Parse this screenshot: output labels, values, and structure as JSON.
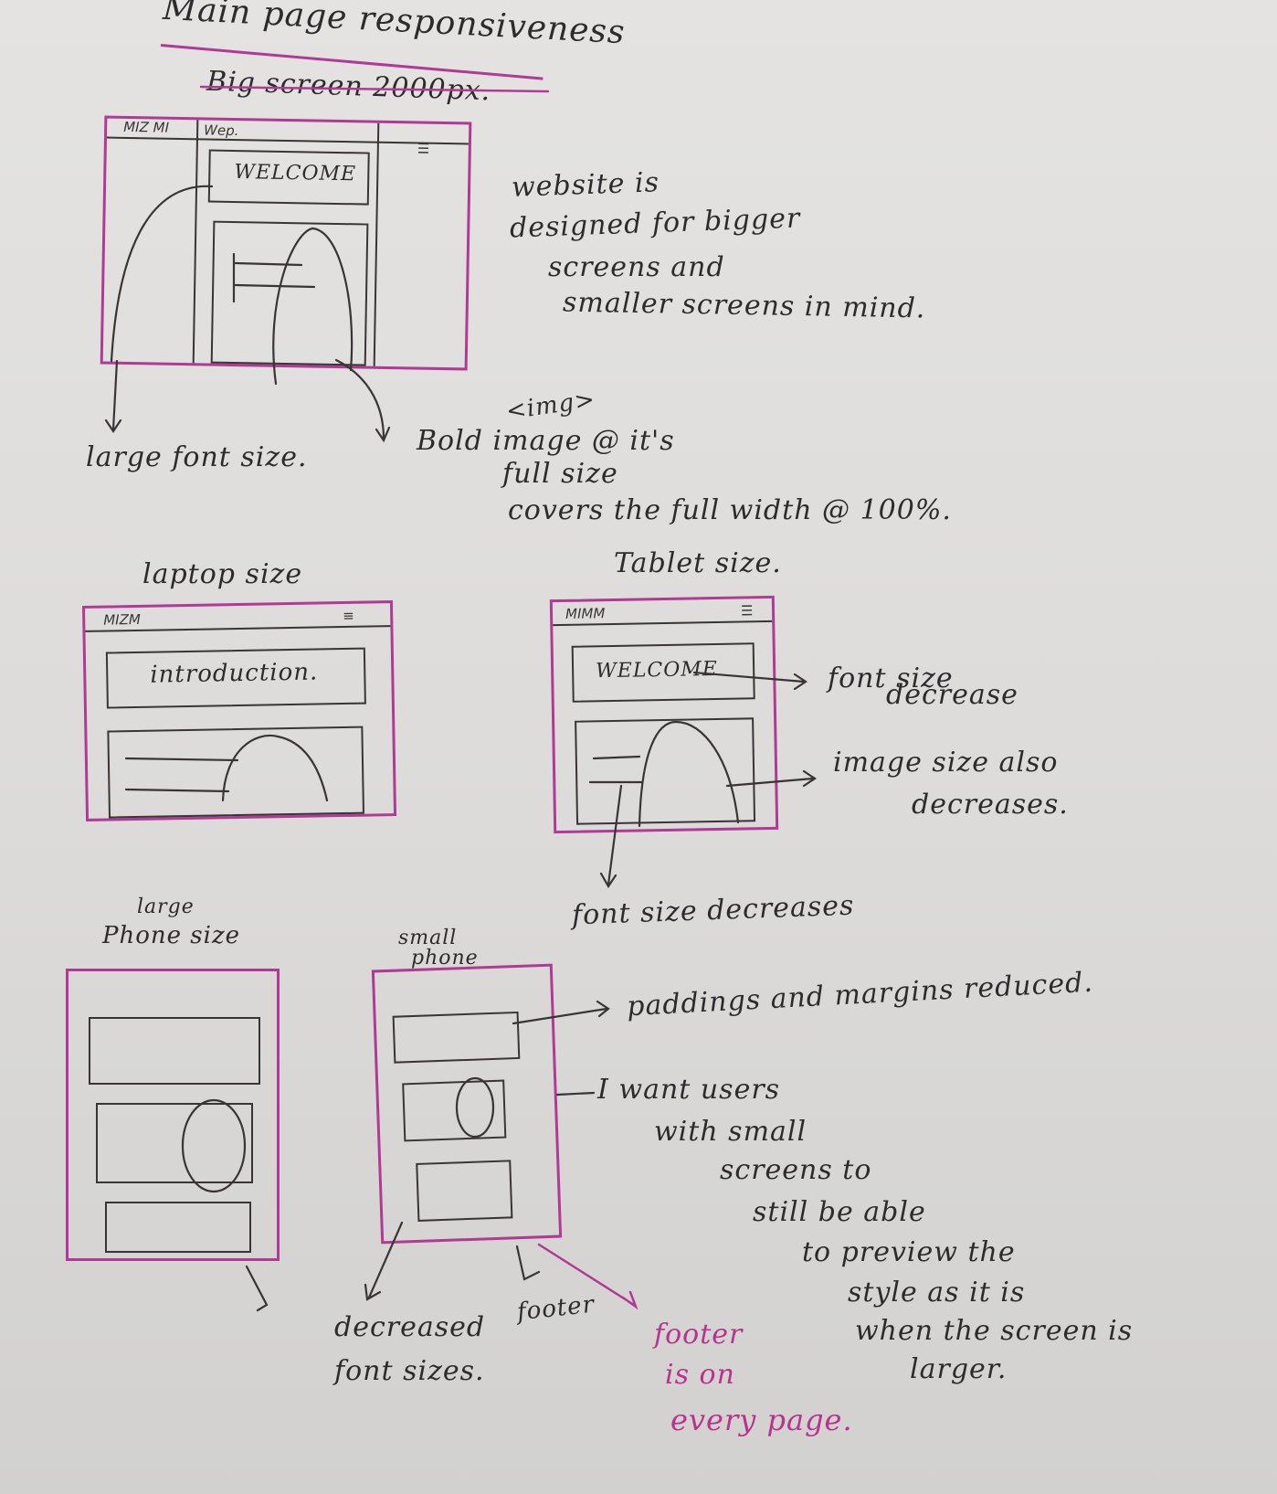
{
  "title": "Main page responsiveness",
  "big_screen": {
    "heading": "Big screen 2000px.",
    "nav_text": "MIZ MI",
    "nav_text2": "Wep.",
    "welcome": "WELCOME",
    "note_lines": [
      "website is",
      "designed for bigger",
      "screens and",
      "smaller screens in mind."
    ],
    "label_font": "large font size.",
    "img_lines": [
      "<img>",
      "Bold image @ it's",
      "full size",
      "covers the full width @ 100%."
    ]
  },
  "laptop": {
    "heading": "laptop size",
    "nav_text": "MIZM",
    "intro": "introduction."
  },
  "tablet": {
    "heading": "Tablet size.",
    "nav_text": "MIMM",
    "welcome": "WELCOME",
    "note_font": [
      "font size",
      "decrease"
    ],
    "note_image": [
      "image size also",
      "decreases."
    ],
    "note_font2": "font size decreases"
  },
  "large_phone": {
    "heading_top": "large",
    "heading": "Phone size"
  },
  "small_phone": {
    "heading_top": "small",
    "heading": "phone",
    "note_padding": "paddings and margins reduced.",
    "note_users": [
      "I want users",
      "with small",
      "screens to",
      "still be able",
      "to preview the",
      "style as it is",
      "when the screen is",
      "larger."
    ],
    "label_font": [
      "decreased",
      "font sizes."
    ],
    "label_footer": "footer",
    "footer_note": [
      "footer",
      "is on",
      "every page."
    ]
  },
  "colors": {
    "ink": "#3a3438",
    "magenta": "#b03a96"
  }
}
